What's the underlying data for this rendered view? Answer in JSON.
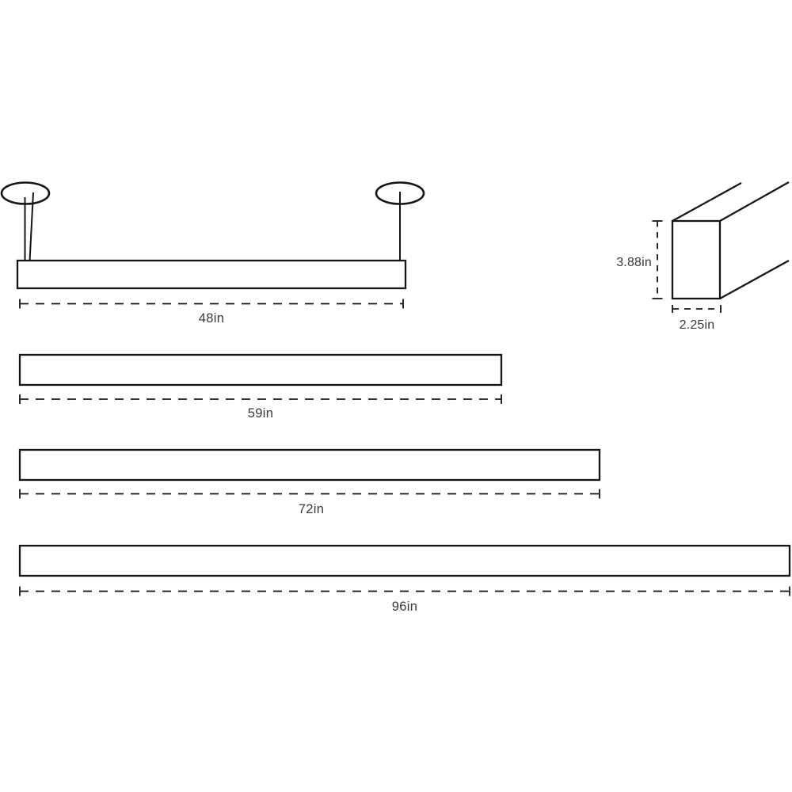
{
  "colors": {
    "background": "#ffffff",
    "line": "#151515",
    "text": "#383838"
  },
  "drawing": {
    "unit": "in",
    "pendant_fixture": {
      "length_label": "48in"
    },
    "length_variants": [
      {
        "length_label": "59in"
      },
      {
        "length_label": "72in"
      },
      {
        "length_label": "96in"
      }
    ],
    "cross_section": {
      "height_label": "3.88in",
      "width_label": "2.25in"
    }
  }
}
